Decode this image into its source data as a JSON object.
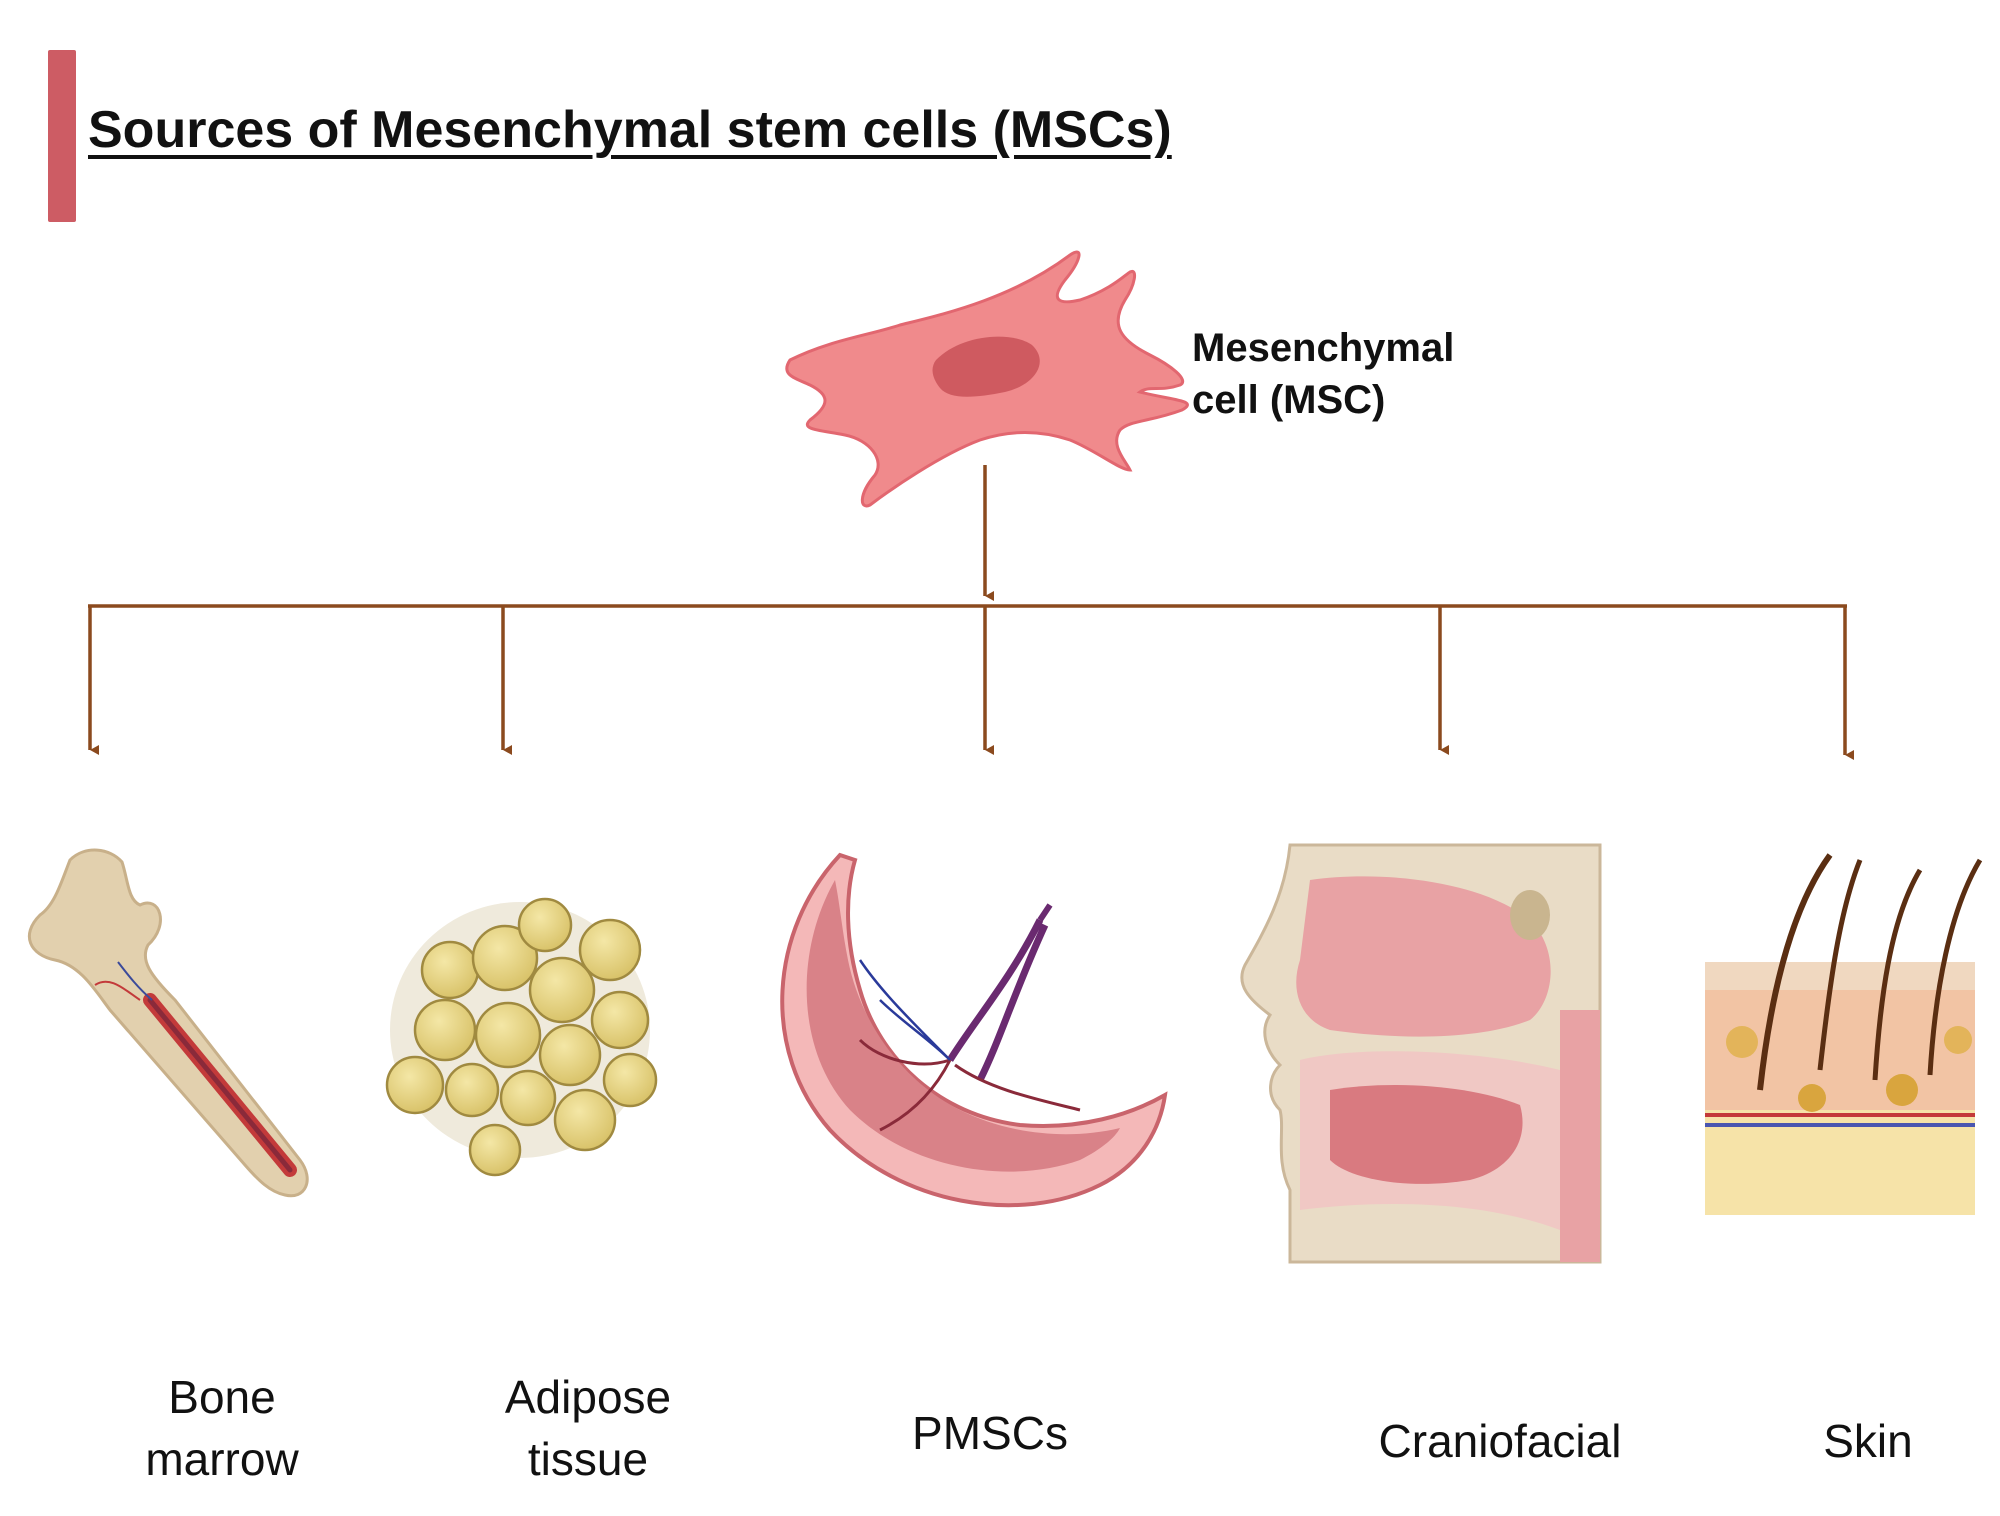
{
  "title": "Sources of Mesenchymal stem cells (MSCs)",
  "cell": {
    "label_line1": "Mesenchymal",
    "label_line2": "cell (MSC)",
    "icon": "mesenchymal-cell-icon"
  },
  "sources": [
    {
      "id": "bone-marrow",
      "line1": "Bone",
      "line2": "marrow",
      "icon": "femur-bone-icon"
    },
    {
      "id": "adipose-tissue",
      "line1": "Adipose",
      "line2": "tissue",
      "icon": "fat-cells-icon"
    },
    {
      "id": "pmscs",
      "line1": "PMSCs",
      "line2": "",
      "icon": "placenta-icon"
    },
    {
      "id": "craniofacial",
      "line1": "Craniofacial",
      "line2": "",
      "icon": "head-cross-section-icon"
    },
    {
      "id": "skin",
      "line1": "Skin",
      "line2": "",
      "icon": "skin-layers-icon"
    }
  ],
  "colors": {
    "accent": "#cd5c64",
    "arrow": "#8b4a1e",
    "cell_body": "#f08a8c",
    "cell_outline": "#e26770",
    "nucleus": "#cf5a60"
  }
}
